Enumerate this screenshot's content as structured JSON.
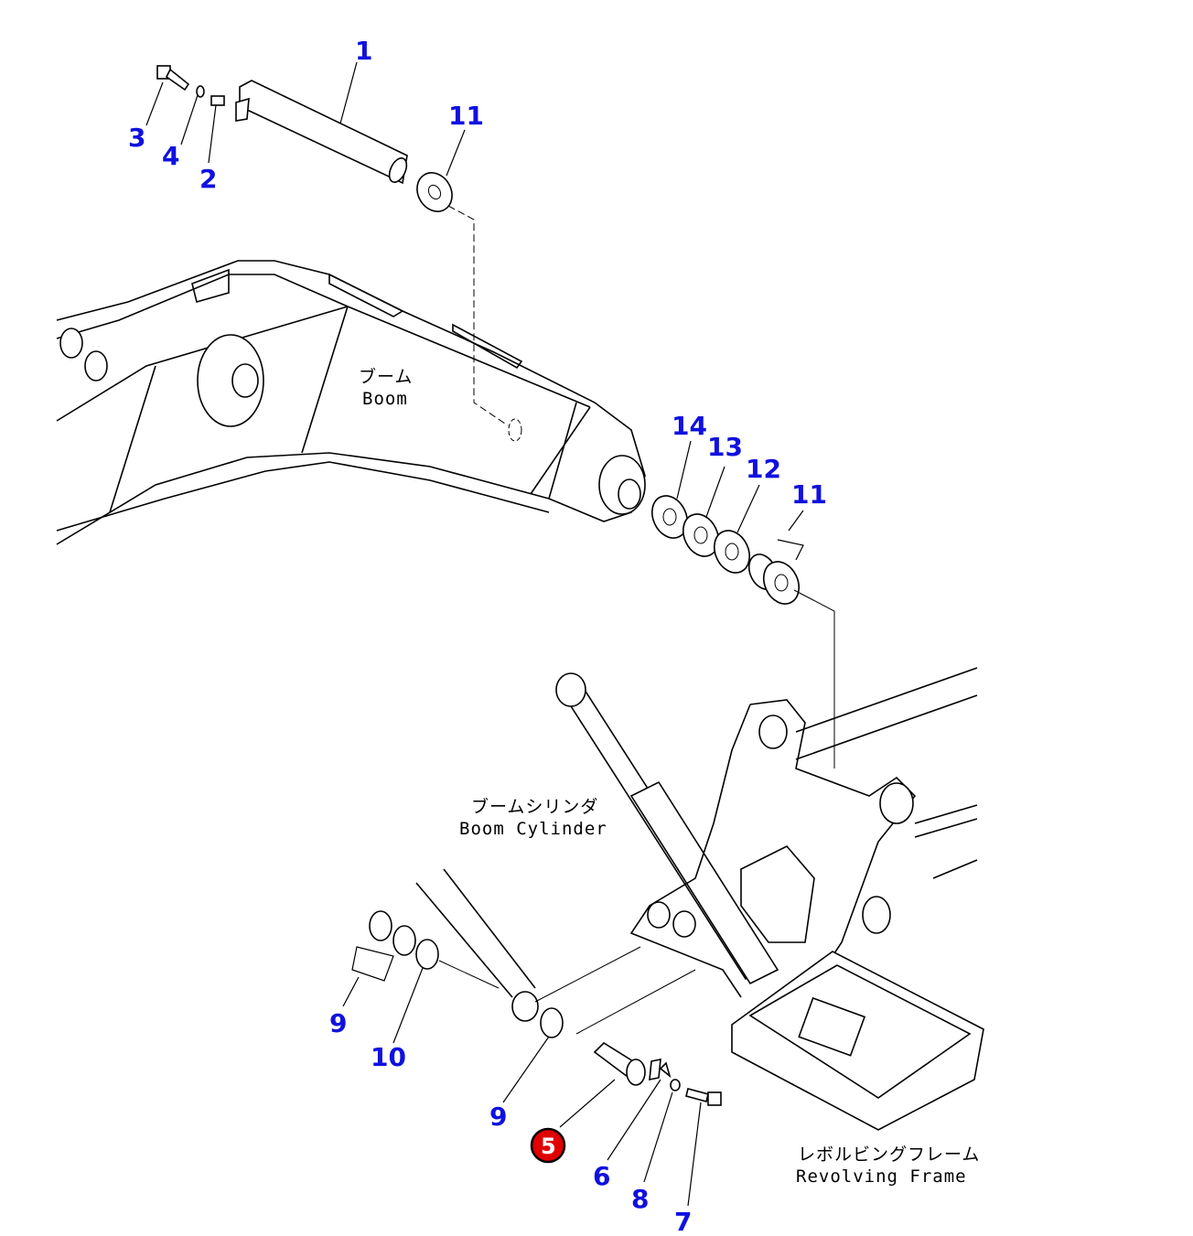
{
  "diagram": {
    "highlight_color": "#e00000",
    "label_color": "#1010e0",
    "callouts": {
      "p1": "1",
      "p2": "2",
      "p3": "3",
      "p4": "4",
      "p11a": "11",
      "p14": "14",
      "p13": "13",
      "p12": "12",
      "p11b": "11",
      "p9a": "9",
      "p10": "10",
      "p9b": "9",
      "p5": "5",
      "p6": "6",
      "p8": "8",
      "p7": "7"
    },
    "captions": {
      "boom_jp": "ブーム",
      "boom_en": "Boom",
      "cylinder_jp": "ブームシリンダ",
      "cylinder_en": "Boom Cylinder",
      "frame_jp": "レボルビングフレーム",
      "frame_en": "Revolving Frame"
    }
  }
}
